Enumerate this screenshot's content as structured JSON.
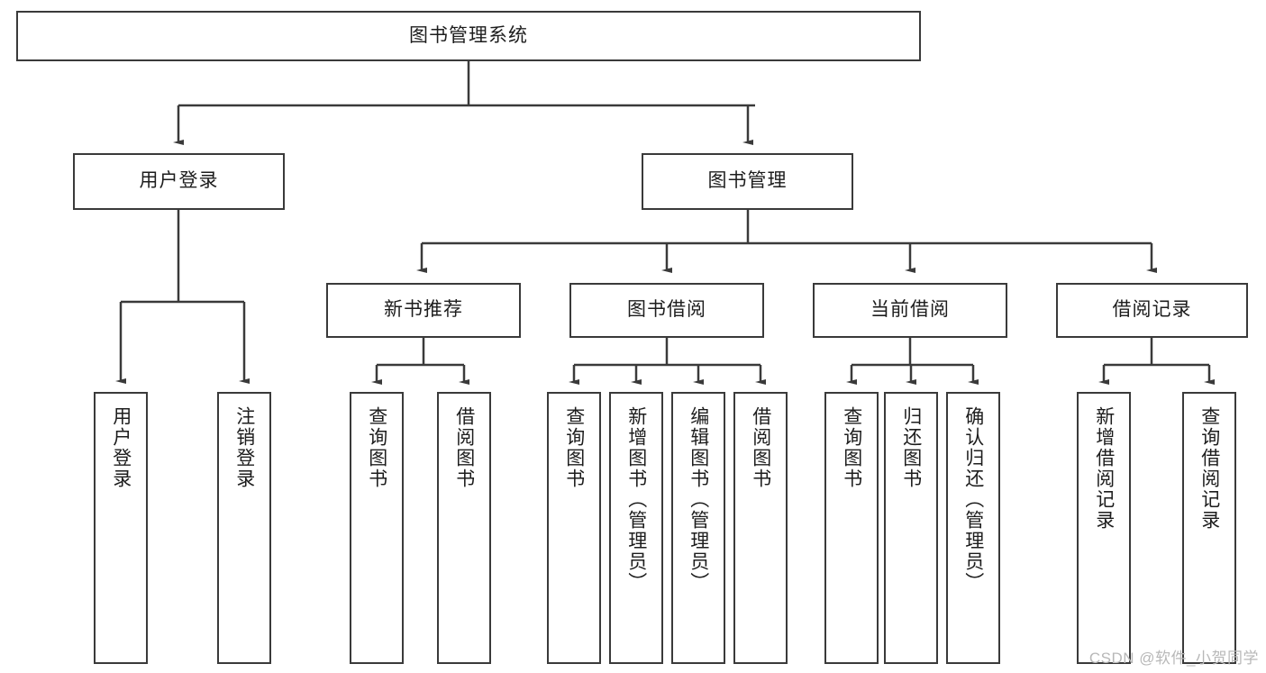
{
  "diagram": {
    "title": "图书管理系统",
    "type": "tree-hierarchy-chart",
    "watermark": "CSDN @软件_小贺同学",
    "colors": {
      "stroke": "#3a3a3a",
      "fill": "#ffffff",
      "text": "#1d1d1d",
      "watermark": "#b8b8b8"
    },
    "root": {
      "label": "图书管理系统"
    },
    "level2": [
      {
        "label": "用户登录"
      },
      {
        "label": "图书管理"
      }
    ],
    "level3": [
      {
        "label": "新书推荐"
      },
      {
        "label": "图书借阅"
      },
      {
        "label": "当前借阅"
      },
      {
        "label": "借阅记录"
      }
    ],
    "leaves": {
      "user_login": [
        {
          "label": "用户登录"
        },
        {
          "label": "注销登录"
        }
      ],
      "new_book": [
        {
          "label": "查询图书"
        },
        {
          "label": "借阅图书"
        }
      ],
      "book_borrow": [
        {
          "label": "查询图书"
        },
        {
          "label": "新增图书（管理员）"
        },
        {
          "label": "编辑图书（管理员）"
        },
        {
          "label": "借阅图书"
        }
      ],
      "current_borrow": [
        {
          "label": "查询图书"
        },
        {
          "label": "归还图书"
        },
        {
          "label": "确认归还（管理员）"
        }
      ],
      "borrow_record": [
        {
          "label": "新增借阅记录"
        },
        {
          "label": "查询借阅记录"
        }
      ]
    }
  }
}
